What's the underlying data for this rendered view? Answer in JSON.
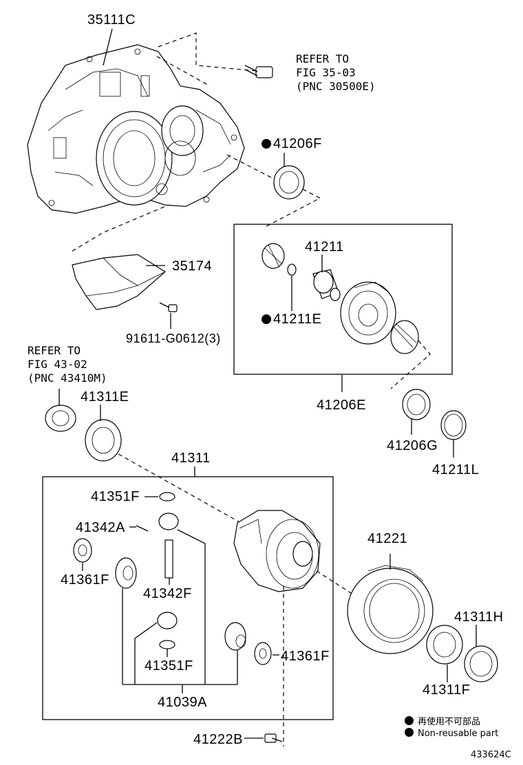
{
  "labels": {
    "p35111C": "35111C",
    "p41206F": "41206F",
    "p41211": "41211",
    "p41211E": "41211E",
    "p35174": "35174",
    "p91611": "91611-G0612(3)",
    "p41206E": "41206E",
    "p41311E": "41311E",
    "p41206G": "41206G",
    "p41211L": "41211L",
    "p41311": "41311",
    "p41351F_top": "41351F",
    "p41342A": "41342A",
    "p41361F_left": "41361F",
    "p41342F": "41342F",
    "p41351F_bottom": "41351F",
    "p41361F_right": "41361F",
    "p41039A": "41039A",
    "p41221": "41221",
    "p41311H": "41311H",
    "p41311F": "41311F",
    "p41222B": "41222B"
  },
  "refer_top": [
    "REFER TO",
    "FIG 35-03",
    "(PNC 30500E)"
  ],
  "refer_left": [
    "REFER TO",
    "FIG 43-02",
    "(PNC 43410M)"
  ],
  "legend": {
    "japanese": "再使用不可部品",
    "english": "Non-reusable part"
  },
  "figure_id": "433624C"
}
